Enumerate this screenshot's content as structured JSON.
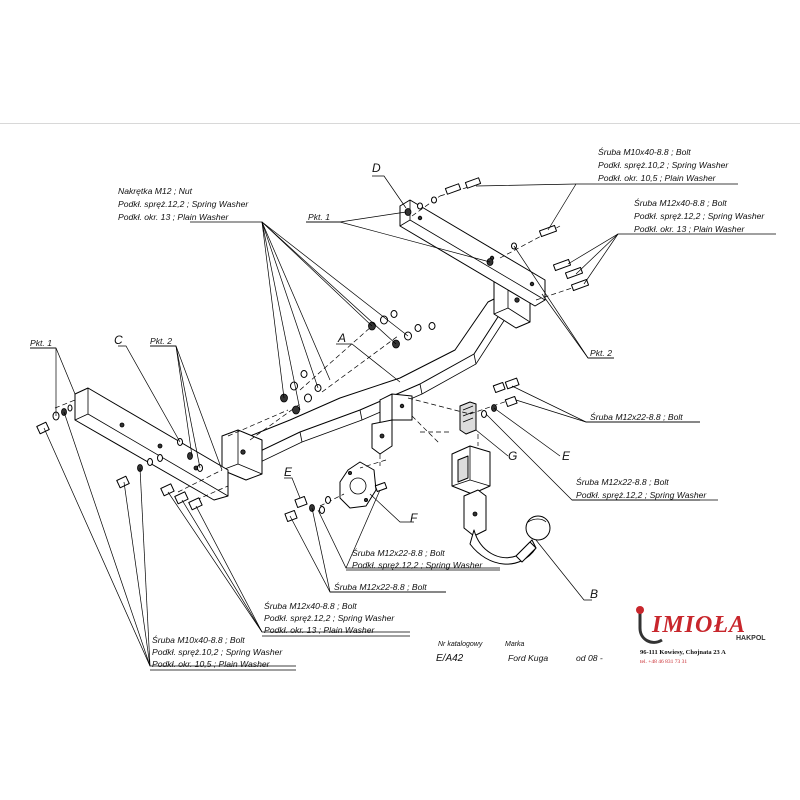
{
  "letters": {
    "A": "A",
    "B": "B",
    "C": "C",
    "D": "D",
    "E": "E",
    "F": "F",
    "G": "G"
  },
  "pkt1": "Pkt. 1",
  "pkt2": "Pkt. 2",
  "nut_group": {
    "l1": "Nakrętka  M12 ; Nut",
    "l2": "Podkł. spręż.12,2 ; Spring Washer",
    "l3": "Podkł. okr. 13 ; Plain Washer"
  },
  "d_m10": {
    "l1": "Śruba M10x40-8.8 ;  Bolt",
    "l2": "Podkł. spręż.10,2 ; Spring Washer",
    "l3": "Podkł. okr. 10,5 ; Plain Washer"
  },
  "d_m12": {
    "l1": "Śruba M12x40-8.8 ;  Bolt",
    "l2": "Podkł. spręż.12,2 ; Spring Washer",
    "l3": "Podkł. okr. 13 ; Plain Washer"
  },
  "g_bolt": "Śruba M12x22-8.8 ;  Bolt",
  "e_right": {
    "l1": "Śruba M12x22-8.8 ;  Bolt",
    "l2": "Podkł. spręż.12,2 ; Spring Washer"
  },
  "f_bolt": {
    "l1": "Śruba M12x22-8.8 ;  Bolt",
    "l2": "Podkł. spręż.12,2 ; Spring Washer"
  },
  "e_left_bolt": "Śruba M12x22-8.8 ;  Bolt",
  "c_m12": {
    "l1": "Śruba M12x40-8.8 ;  Bolt",
    "l2": "Podkł. spręż.12,2 ; Spring Washer",
    "l3": "Podkł. okr. 13 ; Plain Washer"
  },
  "c_m10": {
    "l1": "Śruba M10x40-8.8 ;  Bolt",
    "l2": "Podkł. spręż.10,2 ; Spring Washer",
    "l3": "Podkł. okr. 10,5 ; Plain Washer"
  },
  "catalog": {
    "nr_label": "Nr katalogowy",
    "marka_label": "Marka",
    "code": "E/A42",
    "model": "Ford Kuga",
    "year": "od  08 -"
  },
  "brand": {
    "name": "IMIOŁA",
    "sub": "HAKPOL",
    "address": "96-111 Kowiesy, Chojnata 23 A",
    "tel": "tel.  +48 46 831 73 31"
  },
  "colors": {
    "logo": "#c8262c"
  }
}
